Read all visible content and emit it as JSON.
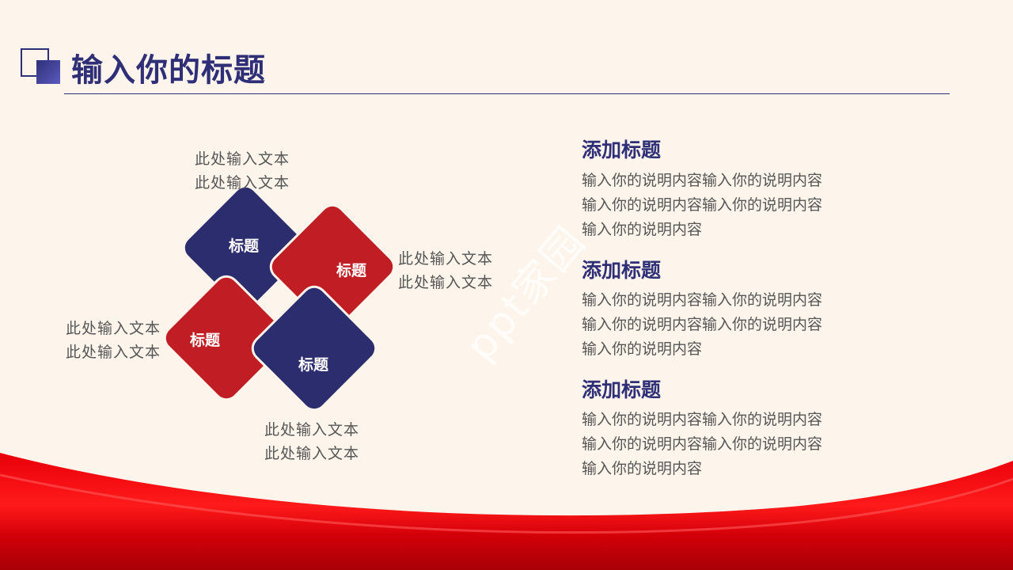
{
  "header": {
    "title": "输入你的标题"
  },
  "diagram": {
    "tiles": [
      {
        "label": "标题",
        "color": "#2c2d6f"
      },
      {
        "label": "标题",
        "color": "#c11d25"
      },
      {
        "label": "标题",
        "color": "#c11d25"
      },
      {
        "label": "标题",
        "color": "#2c2d6f"
      }
    ],
    "captions": {
      "top": [
        "此处输入文本",
        "此处输入文本"
      ],
      "right": [
        "此处输入文本",
        "此处输入文本"
      ],
      "left": [
        "此处输入文本",
        "此处输入文本"
      ],
      "bottom": [
        "此处输入文本",
        "此处输入文本"
      ]
    }
  },
  "sections": [
    {
      "title": "添加标题",
      "lines": [
        "输入你的说明内容输入你的说明内容",
        "输入你的说明内容输入你的说明内容",
        "输入你的说明内容"
      ]
    },
    {
      "title": "添加标题",
      "lines": [
        "输入你的说明内容输入你的说明内容",
        "输入你的说明内容输入你的说明内容",
        "输入你的说明内容"
      ]
    },
    {
      "title": "添加标题",
      "lines": [
        "输入你的说明内容输入你的说明内容",
        "输入你的说明内容输入你的说明内容",
        "输入你的说明内容"
      ]
    }
  ],
  "watermark": "ppt家园",
  "colors": {
    "navy": "#2c2d6f",
    "red": "#c11d25",
    "background": "#fdf5ec"
  }
}
